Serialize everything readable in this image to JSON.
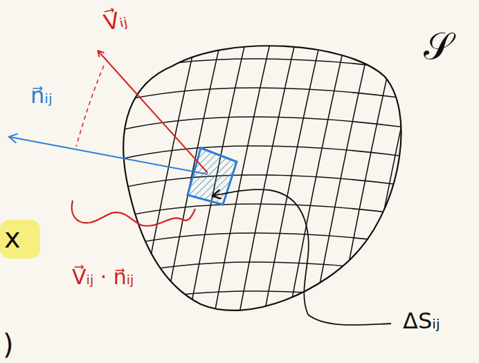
{
  "diagram": {
    "labels": [
      "V⃗ᵢⱼ",
      "n⃗ᵢⱼ",
      "V⃗ᵢⱼ · n⃗ᵢⱼ",
      "ΔSᵢⱼ",
      "𝒮",
      "x",
      ")"
    ]
  }
}
